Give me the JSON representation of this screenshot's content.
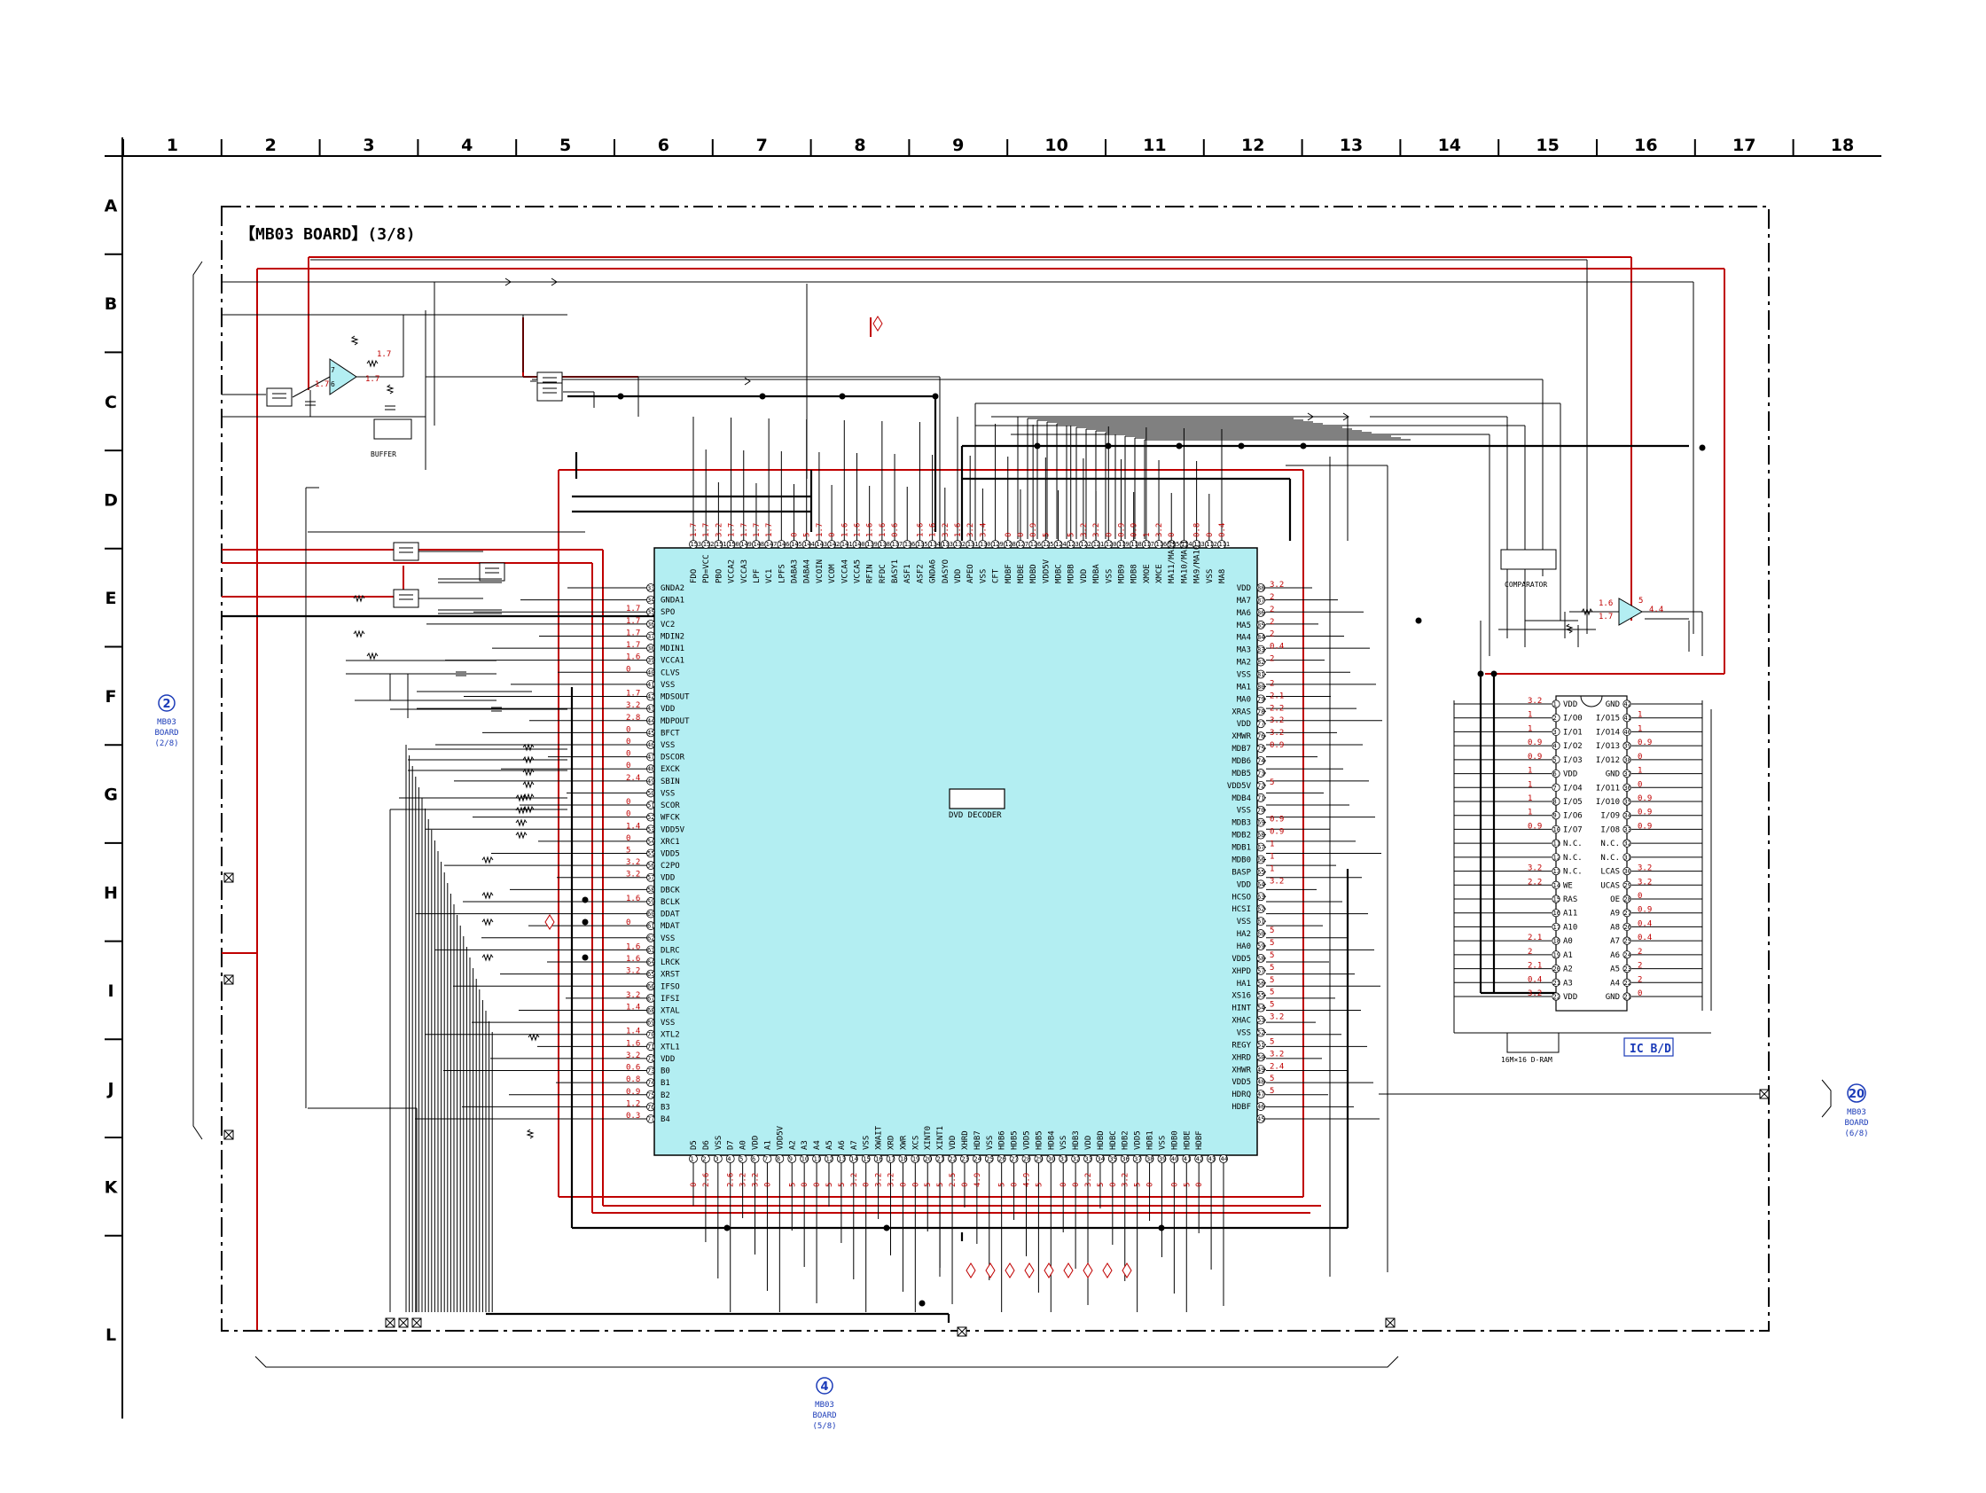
{
  "grid": {
    "columns": [
      "1",
      "2",
      "3",
      "4",
      "5",
      "6",
      "7",
      "8",
      "9",
      "10",
      "11",
      "12",
      "13",
      "14",
      "15",
      "16",
      "17",
      "18"
    ],
    "rows": [
      "A",
      "B",
      "C",
      "D",
      "E",
      "F",
      "G",
      "H",
      "I",
      "J",
      "K",
      "L"
    ]
  },
  "board_title": "【MB03 BOARD】(3/8)",
  "main_ic": {
    "label": "DVD DECODER",
    "top_pins": [
      {
        "n": "153",
        "name": "FDO"
      },
      {
        "n": "152",
        "name": "PD=VCC"
      },
      {
        "n": "151",
        "name": "PBO"
      },
      {
        "n": "150",
        "name": "VCCA2"
      },
      {
        "n": "149",
        "name": "VCCA3"
      },
      {
        "n": "148",
        "name": "LPF"
      },
      {
        "n": "147",
        "name": "VC1"
      },
      {
        "n": "146",
        "name": "LPFS"
      },
      {
        "n": "145",
        "name": "DABA3"
      },
      {
        "n": "144",
        "name": "DABA4"
      },
      {
        "n": "143",
        "name": "VCOIN"
      },
      {
        "n": "142",
        "name": "VCOM"
      },
      {
        "n": "141",
        "name": "VCCA4"
      },
      {
        "n": "140",
        "name": "VCCA5"
      },
      {
        "n": "139",
        "name": "RFIN"
      },
      {
        "n": "138",
        "name": "RFDC"
      },
      {
        "n": "137",
        "name": "BASY1"
      },
      {
        "n": "136",
        "name": "ASF1"
      },
      {
        "n": "135",
        "name": "ASF2"
      },
      {
        "n": "134",
        "name": "GNDA6"
      },
      {
        "n": "133",
        "name": "DASYO"
      },
      {
        "n": "132",
        "name": "VDD"
      },
      {
        "n": "131",
        "name": "APEO"
      },
      {
        "n": "130",
        "name": "VSS"
      },
      {
        "n": "129",
        "name": "CFT"
      },
      {
        "n": "128",
        "name": "MDBF"
      },
      {
        "n": "127",
        "name": "MDBE"
      },
      {
        "n": "126",
        "name": "MDBD"
      },
      {
        "n": "125",
        "name": "VDD5V"
      },
      {
        "n": "124",
        "name": "MDBC"
      },
      {
        "n": "123",
        "name": "MDBB"
      },
      {
        "n": "122",
        "name": "VDD"
      },
      {
        "n": "121",
        "name": "MDBA"
      },
      {
        "n": "120",
        "name": "VSS"
      },
      {
        "n": "119",
        "name": "MDB9"
      },
      {
        "n": "118",
        "name": "MDB8"
      },
      {
        "n": "117",
        "name": "XMOE"
      },
      {
        "n": "116",
        "name": "XMCE"
      },
      {
        "n": "115",
        "name": "MA11/MA12"
      },
      {
        "n": "114",
        "name": "MA10/MA11"
      },
      {
        "n": "113",
        "name": "MA9/MA10"
      },
      {
        "n": "112",
        "name": "VSS"
      },
      {
        "n": "111",
        "name": "MA8"
      }
    ],
    "left_pins": [
      {
        "n": "33",
        "name": "GNDA2",
        "v": ""
      },
      {
        "n": "34",
        "name": "GNDA1",
        "v": ""
      },
      {
        "n": "35",
        "name": "SPO",
        "v": "1.7"
      },
      {
        "n": "36",
        "name": "VC2",
        "v": "1.7"
      },
      {
        "n": "37",
        "name": "MDIN2",
        "v": "1.7"
      },
      {
        "n": "38",
        "name": "MDIN1",
        "v": "1.7"
      },
      {
        "n": "39",
        "name": "VCCA1",
        "v": "1.6"
      },
      {
        "n": "40",
        "name": "CLVS",
        "v": "0"
      },
      {
        "n": "41",
        "name": "VSS",
        "v": ""
      },
      {
        "n": "42",
        "name": "MDSOUT",
        "v": "1.7"
      },
      {
        "n": "43",
        "name": "VDD",
        "v": "3.2"
      },
      {
        "n": "44",
        "name": "MDPOUT",
        "v": "2.8"
      },
      {
        "n": "45",
        "name": "BFCT",
        "v": "0"
      },
      {
        "n": "46",
        "name": "VSS",
        "v": "0"
      },
      {
        "n": "47",
        "name": "DSCOR",
        "v": "0"
      },
      {
        "n": "48",
        "name": "EXCK",
        "v": "0"
      },
      {
        "n": "49",
        "name": "SBIN",
        "v": "2.4"
      },
      {
        "n": "50",
        "name": "VSS",
        "v": ""
      },
      {
        "n": "51",
        "name": "SCOR",
        "v": "0"
      },
      {
        "n": "52",
        "name": "WFCK",
        "v": "0"
      },
      {
        "n": "53",
        "name": "VDD5V",
        "v": "1.4"
      },
      {
        "n": "54",
        "name": "XRC1",
        "v": "0"
      },
      {
        "n": "55",
        "name": "VDD5",
        "v": "5"
      },
      {
        "n": "56",
        "name": "C2PO",
        "v": "3.2"
      },
      {
        "n": "57",
        "name": "VDD",
        "v": "3.2"
      },
      {
        "n": "58",
        "name": "DBCK",
        "v": ""
      },
      {
        "n": "59",
        "name": "BCLK",
        "v": "1.6"
      },
      {
        "n": "60",
        "name": "DDAT",
        "v": ""
      },
      {
        "n": "61",
        "name": "MDAT",
        "v": "0"
      },
      {
        "n": "62",
        "name": "VSS",
        "v": ""
      },
      {
        "n": "63",
        "name": "DLRC",
        "v": "1.6"
      },
      {
        "n": "64",
        "name": "LRCK",
        "v": "1.6"
      },
      {
        "n": "65",
        "name": "XRST",
        "v": "3.2"
      },
      {
        "n": "66",
        "name": "IFSO",
        "v": ""
      },
      {
        "n": "67",
        "name": "IFSI",
        "v": "3.2"
      },
      {
        "n": "68",
        "name": "XTAL",
        "v": "1.4"
      },
      {
        "n": "69",
        "name": "VSS",
        "v": ""
      },
      {
        "n": "70",
        "name": "XTL2",
        "v": "1.4"
      },
      {
        "n": "71",
        "name": "XTL1",
        "v": "1.6"
      },
      {
        "n": "72",
        "name": "VDD",
        "v": "3.2"
      },
      {
        "n": "73",
        "name": "B0",
        "v": "0.6"
      },
      {
        "n": "74",
        "name": "B1",
        "v": "0.8"
      },
      {
        "n": "75",
        "name": "B2",
        "v": "0.9"
      },
      {
        "n": "76",
        "name": "B3",
        "v": "1.2"
      },
      {
        "n": "77",
        "name": "B4",
        "v": "0.3"
      }
    ],
    "right_pins": [
      {
        "n": "88",
        "name": "VDD",
        "v": "3.2"
      },
      {
        "n": "87",
        "name": "MA7",
        "v": "2"
      },
      {
        "n": "86",
        "name": "MA6",
        "v": "2"
      },
      {
        "n": "85",
        "name": "MA5",
        "v": "2"
      },
      {
        "n": "84",
        "name": "MA4",
        "v": "2"
      },
      {
        "n": "83",
        "name": "MA3",
        "v": "0.4"
      },
      {
        "n": "82",
        "name": "MA2",
        "v": "2"
      },
      {
        "n": "81",
        "name": "VSS",
        "v": ""
      },
      {
        "n": "80",
        "name": "MA1",
        "v": "2"
      },
      {
        "n": "79",
        "name": "MA0",
        "v": "2.1"
      },
      {
        "n": "78",
        "name": "XRAS",
        "v": "2.2"
      },
      {
        "n": "77",
        "name": "VDD",
        "v": "3.2"
      },
      {
        "n": "76",
        "name": "XMWR",
        "v": "3.2"
      },
      {
        "n": "75",
        "name": "MDB7",
        "v": "0.9"
      },
      {
        "n": "74",
        "name": "MDB6",
        "v": ""
      },
      {
        "n": "73",
        "name": "MDB5",
        "v": ""
      },
      {
        "n": "72",
        "name": "VDD5V",
        "v": "5"
      },
      {
        "n": "71",
        "name": "MDB4",
        "v": ""
      },
      {
        "n": "70",
        "name": "VSS",
        "v": ""
      },
      {
        "n": "69",
        "name": "MDB3",
        "v": "0.9"
      },
      {
        "n": "68",
        "name": "MDB2",
        "v": "0.9"
      },
      {
        "n": "67",
        "name": "MDB1",
        "v": "1"
      },
      {
        "n": "66",
        "name": "MDB0",
        "v": "1"
      },
      {
        "n": "65",
        "name": "BASP",
        "v": "1"
      },
      {
        "n": "64",
        "name": "VDD",
        "v": "3.2"
      },
      {
        "n": "63",
        "name": "HCSO",
        "v": ""
      },
      {
        "n": "62",
        "name": "HCSI",
        "v": ""
      },
      {
        "n": "61",
        "name": "VSS",
        "v": ""
      },
      {
        "n": "60",
        "name": "HA2",
        "v": "5"
      },
      {
        "n": "59",
        "name": "HA0",
        "v": "5"
      },
      {
        "n": "58",
        "name": "VDD5",
        "v": "5"
      },
      {
        "n": "57",
        "name": "XHPD",
        "v": "5"
      },
      {
        "n": "56",
        "name": "HA1",
        "v": "5"
      },
      {
        "n": "55",
        "name": "XS16",
        "v": "5"
      },
      {
        "n": "54",
        "name": "HINT",
        "v": "5"
      },
      {
        "n": "53",
        "name": "XHAC",
        "v": "3.2"
      },
      {
        "n": "52",
        "name": "VSS",
        "v": ""
      },
      {
        "n": "51",
        "name": "REGY",
        "v": "5"
      },
      {
        "n": "50",
        "name": "XHRD",
        "v": "3.2"
      },
      {
        "n": "49",
        "name": "XHWR",
        "v": "2.4"
      },
      {
        "n": "48",
        "name": "VDD5",
        "v": "5"
      },
      {
        "n": "47",
        "name": "HDRQ",
        "v": "5"
      },
      {
        "n": "46",
        "name": "HDBF",
        "v": ""
      },
      {
        "n": "45",
        "name": "",
        "v": ""
      }
    ],
    "bottom_pins": [
      {
        "n": "1",
        "name": "D5"
      },
      {
        "n": "2",
        "name": "D6"
      },
      {
        "n": "3",
        "name": "VSS"
      },
      {
        "n": "4",
        "name": "D7"
      },
      {
        "n": "5",
        "name": "A0"
      },
      {
        "n": "6",
        "name": "VDD"
      },
      {
        "n": "7",
        "name": "A1"
      },
      {
        "n": "8",
        "name": "VDD5V"
      },
      {
        "n": "9",
        "name": "A2"
      },
      {
        "n": "10",
        "name": "A3"
      },
      {
        "n": "11",
        "name": "A4"
      },
      {
        "n": "12",
        "name": "A5"
      },
      {
        "n": "13",
        "name": "A6"
      },
      {
        "n": "14",
        "name": "A7"
      },
      {
        "n": "15",
        "name": "VSS"
      },
      {
        "n": "16",
        "name": "XWAIT"
      },
      {
        "n": "17",
        "name": "XRD"
      },
      {
        "n": "18",
        "name": "XWR"
      },
      {
        "n": "19",
        "name": "XCS"
      },
      {
        "n": "20",
        "name": "XINT0"
      },
      {
        "n": "21",
        "name": "XINT1"
      },
      {
        "n": "22",
        "name": "VDD"
      },
      {
        "n": "23",
        "name": "XHRD"
      },
      {
        "n": "24",
        "name": "HDB7"
      },
      {
        "n": "25",
        "name": "VSS"
      },
      {
        "n": "26",
        "name": "HDB6"
      },
      {
        "n": "27",
        "name": "HDB5"
      },
      {
        "n": "28",
        "name": "VDD5"
      },
      {
        "n": "29",
        "name": "HDB5"
      },
      {
        "n": "30",
        "name": "HDB4"
      },
      {
        "n": "31",
        "name": "VSS"
      },
      {
        "n": "32",
        "name": "HDB3"
      },
      {
        "n": "33",
        "name": "VDD"
      },
      {
        "n": "34",
        "name": "HDBD"
      },
      {
        "n": "35",
        "name": "HDBC"
      },
      {
        "n": "36",
        "name": "HDB2"
      },
      {
        "n": "37",
        "name": "VDD5"
      },
      {
        "n": "38",
        "name": "HDB1"
      },
      {
        "n": "39",
        "name": "VSS"
      },
      {
        "n": "40",
        "name": "HDB0"
      },
      {
        "n": "41",
        "name": "HDBE"
      },
      {
        "n": "42",
        "name": "HDBF"
      },
      {
        "n": "43",
        "name": ""
      },
      {
        "n": "44",
        "name": ""
      }
    ],
    "top_volts": [
      "1.7",
      "1.7",
      "3.2",
      "1.7",
      "1.7",
      "1.7",
      "1.7",
      "",
      "0",
      "5",
      "1.7",
      "0",
      "1.6",
      "1.6",
      "1.6",
      "1.6",
      "0.6",
      "",
      "1.6",
      "1.6",
      "3.2",
      "1.6",
      "3.2",
      "3.4",
      "",
      "0",
      "0",
      "0.9",
      "5",
      "",
      "5",
      "3.2",
      "3.2",
      "0",
      "0.9",
      "0.9",
      "1",
      "3.2",
      "0",
      "",
      "0.8",
      "0",
      "0.4"
    ],
    "bottom_volts": [
      "0",
      "2.6",
      "",
      "2.6",
      "3.2",
      "3.2",
      "0",
      "",
      "5",
      "0",
      "0",
      "5",
      "5",
      "3.2",
      "0",
      "3.2",
      "3.2",
      "0",
      "0",
      "5",
      "5",
      "2.5",
      "0",
      "4.9",
      "",
      "5",
      "0",
      "4.9",
      "5",
      "",
      "0",
      "0",
      "3.2",
      "5",
      "0",
      "3.2",
      "5",
      "0",
      "",
      "0",
      "5",
      "0",
      "",
      ""
    ]
  },
  "dram": {
    "label": "16M×16 D-RAM",
    "left_pins": [
      {
        "n": "1",
        "name": "VDD",
        "v": "3.2"
      },
      {
        "n": "2",
        "name": "I/O0",
        "v": "1"
      },
      {
        "n": "3",
        "name": "I/O1",
        "v": "1"
      },
      {
        "n": "4",
        "name": "I/O2",
        "v": "0.9"
      },
      {
        "n": "5",
        "name": "I/O3",
        "v": "0.9"
      },
      {
        "n": "6",
        "name": "VDD",
        "v": "1"
      },
      {
        "n": "7",
        "name": "I/O4",
        "v": "1"
      },
      {
        "n": "8",
        "name": "I/O5",
        "v": "1"
      },
      {
        "n": "9",
        "name": "I/O6",
        "v": "1"
      },
      {
        "n": "10",
        "name": "I/O7",
        "v": "0.9"
      },
      {
        "n": "11",
        "name": "N.C.",
        "v": ""
      },
      {
        "n": "12",
        "name": "N.C.",
        "v": ""
      },
      {
        "n": "13",
        "name": "N.C.",
        "v": "3.2"
      },
      {
        "n": "14",
        "name": "WE",
        "v": "2.2"
      },
      {
        "n": "15",
        "name": "RAS",
        "v": ""
      },
      {
        "n": "16",
        "name": "A11",
        "v": ""
      },
      {
        "n": "17",
        "name": "A10",
        "v": ""
      },
      {
        "n": "18",
        "name": "A0",
        "v": "2.1"
      },
      {
        "n": "19",
        "name": "A1",
        "v": "2"
      },
      {
        "n": "20",
        "name": "A2",
        "v": "2.1"
      },
      {
        "n": "21",
        "name": "A3",
        "v": "0.4"
      },
      {
        "n": "22",
        "name": "VDD",
        "v": "3.2"
      }
    ],
    "right_pins": [
      {
        "n": "42",
        "name": "GND",
        "v": ""
      },
      {
        "n": "41",
        "name": "I/O15",
        "v": "1"
      },
      {
        "n": "40",
        "name": "I/O14",
        "v": "1"
      },
      {
        "n": "39",
        "name": "I/O13",
        "v": "0.9"
      },
      {
        "n": "38",
        "name": "I/O12",
        "v": "0"
      },
      {
        "n": "37",
        "name": "GND",
        "v": "1"
      },
      {
        "n": "36",
        "name": "I/O11",
        "v": "0"
      },
      {
        "n": "35",
        "name": "I/O10",
        "v": "0.9"
      },
      {
        "n": "34",
        "name": "I/O9",
        "v": "0.9"
      },
      {
        "n": "33",
        "name": "I/O8",
        "v": "0.9"
      },
      {
        "n": "32",
        "name": "N.C.",
        "v": ""
      },
      {
        "n": "31",
        "name": "N.C.",
        "v": ""
      },
      {
        "n": "30",
        "name": "LCAS",
        "v": "3.2"
      },
      {
        "n": "29",
        "name": "UCAS",
        "v": "3.2"
      },
      {
        "n": "28",
        "name": "OE",
        "v": "0"
      },
      {
        "n": "27",
        "name": "A9",
        "v": "0.9"
      },
      {
        "n": "26",
        "name": "A8",
        "v": "0.4"
      },
      {
        "n": "25",
        "name": "A7",
        "v": "0.4"
      },
      {
        "n": "24",
        "name": "A6",
        "v": "2"
      },
      {
        "n": "23",
        "name": "A5",
        "v": "2"
      },
      {
        "n": "22",
        "name": "A4",
        "v": "2"
      },
      {
        "n": "21",
        "name": "GND",
        "v": "0"
      }
    ]
  },
  "labels": {
    "buffer": "BUFFER",
    "comparator": "COMPARATOR",
    "ic_bd": "IC B/D",
    "opamp_left_volts": [
      "1.7",
      "1.7",
      "1.7"
    ],
    "opamp_left_pins": [
      "7",
      "6"
    ],
    "opamp_right_volts": [
      "1.6",
      "1.7",
      "4.4"
    ],
    "opamp_right_pin": "5"
  },
  "connectors": [
    {
      "id": "conn-left",
      "num": "2",
      "lines": [
        "MB03",
        "BOARD",
        "(2/8)"
      ]
    },
    {
      "id": "conn-right",
      "num": "20",
      "lines": [
        "MB03",
        "BOARD",
        "(6/8)"
      ]
    },
    {
      "id": "conn-bottom",
      "num": "4",
      "lines": [
        "MB03",
        "BOARD",
        "(5/8)"
      ]
    }
  ]
}
